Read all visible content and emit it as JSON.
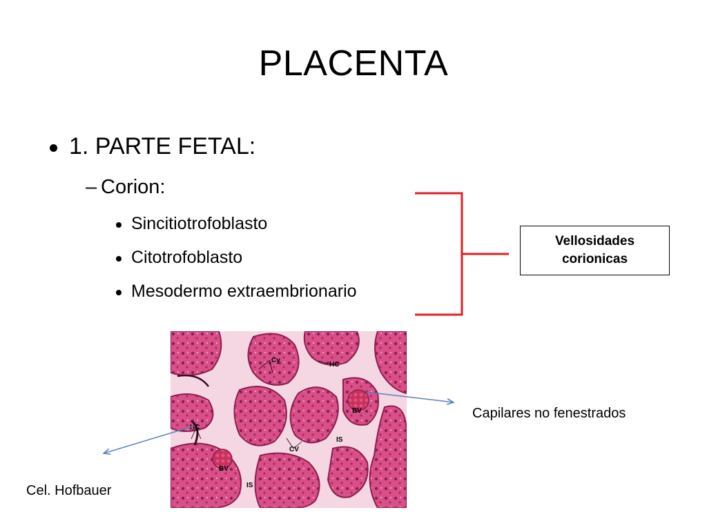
{
  "slide": {
    "title": "PLACENTA",
    "bullets": {
      "level1": "1. PARTE FETAL:",
      "level2_dash": "–",
      "level2": "Corion:",
      "level3": [
        "Sincitiotrofoblasto",
        "Citotrofoblasto",
        "Mesodermo extraembrionario"
      ]
    },
    "callout_box": {
      "line1": "Vellosidades",
      "line2": "corionicas"
    },
    "bracket_color": "#e02020",
    "arrow_color": "#5b80c0"
  },
  "figure": {
    "labels": {
      "cy": "Cy",
      "hc_top": "HC",
      "bv_right": "BV",
      "hc_left": "HC",
      "bv_bottom": "BV",
      "cv": "CV",
      "is_mid": "IS",
      "is_bottom": "IS"
    },
    "colors": {
      "background": "#f5d6e3",
      "tissue": "#d94f88",
      "dark": "#8a1f4f"
    }
  },
  "annotations": {
    "right": "Capilares no fenestrados",
    "left": "Cel. Hofbauer"
  }
}
